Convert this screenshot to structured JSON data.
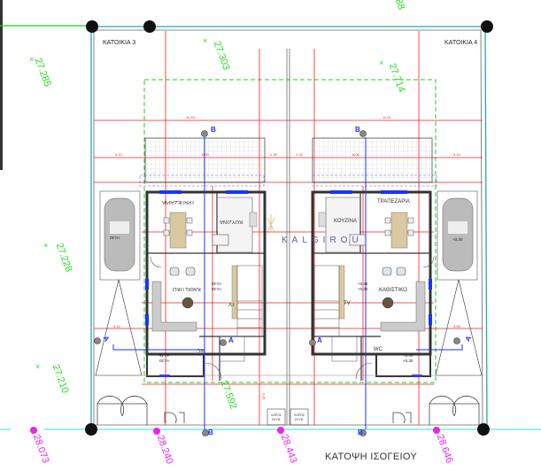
{
  "drawing": {
    "title": "ΚΑΤΟΨΗ ΙΣΟΓΕΙΟΥ",
    "watermark": "KALGIROU",
    "colors": {
      "boundary": "#2aa8a8",
      "dimension": "#ee2222",
      "setback_line": "#22cc22",
      "section_marker": "#1a33ff",
      "elevation_spot": "#22dd22",
      "road_level": "#ee22ee",
      "wall": "#333333",
      "window": "#1a33ff"
    }
  },
  "houses": [
    {
      "name": "ΚΑΤΟΙΚΙΑ 3",
      "rooms": {
        "dining": "ΤΡΑΠΕΖΑΡΙΑ",
        "kitchen": "ΚΟΥΖΙΝΑ",
        "living": "ΚΑΘΙΣΤΙΚΟ",
        "wc": "WC"
      },
      "levels": {
        "living": [
          "+0.45",
          "+0.30"
        ],
        "wc": [
          "+0.45",
          "+0.30"
        ],
        "parking": "+0.30"
      },
      "tv_label": "TV"
    },
    {
      "name": "ΚΑΤΟΙΚΙΑ 4",
      "rooms": {
        "dining": "ΤΡΑΠΕΖΑΡΙΑ",
        "kitchen": "ΚΟΥΖΙΝΑ",
        "living": "ΚΑΘΙΣΤΙΚΟ",
        "wc": "WC"
      },
      "levels": {
        "living": [
          "+0.45",
          "+0.30"
        ],
        "wc": [
          "+0.40",
          "+0.30"
        ],
        "parking": "+0.30"
      },
      "tv_label": "TV"
    }
  ],
  "spot_elevations": [
    "27.285",
    "27.303",
    "27.714",
    "27.228",
    "27.210",
    "27.592"
  ],
  "road_levels": [
    "28.073",
    "28.240",
    "28.443",
    "28.646"
  ],
  "top_right_partial": "88",
  "section_markers": [
    "A",
    "A",
    "A",
    "A",
    "B",
    "B",
    "B",
    "B"
  ],
  "store_label": [
    "ΧΩΡΟΣ",
    "ΣΚΥΒ."
  ],
  "dimensions": {
    "top_left": "10.83",
    "top_right": "11.01",
    "setback_left": "3.10",
    "setback_right": "3.10",
    "gap_left": "1.35",
    "gap_right": "1.34",
    "terrace_left": "6.00",
    "terrace_right": "6.00",
    "parking_width_left": "3.11",
    "parking_width_right": "3.08",
    "vertical_front": "3.05"
  }
}
